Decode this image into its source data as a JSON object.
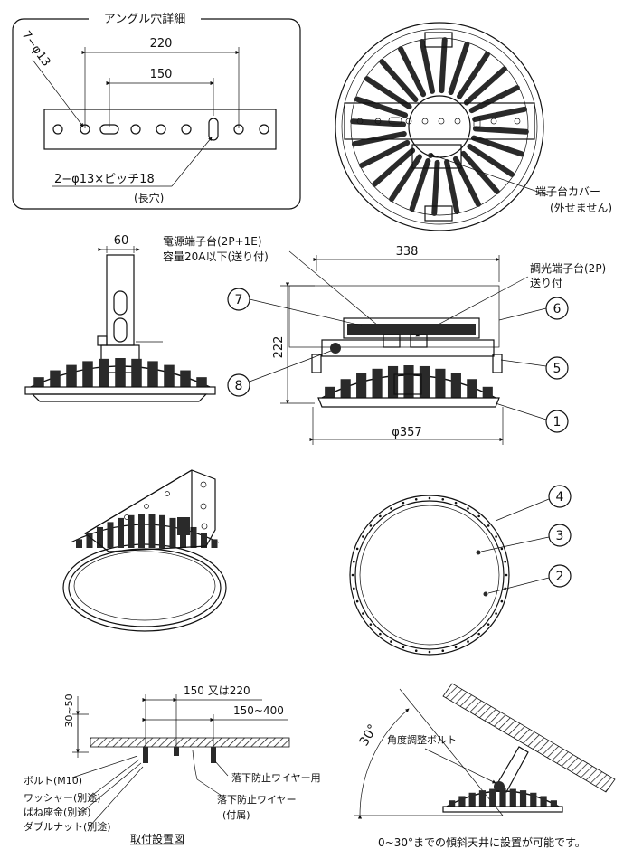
{
  "angle_hole_detail": {
    "title": "アングル穴詳細",
    "dim_outer": "220",
    "dim_inner": "150",
    "hole_label": "7−φ13",
    "slot_label": "2−φ13×ピッチ18",
    "slot_note": "(長穴)"
  },
  "top_view": {
    "terminal_cover": "端子台カバー",
    "terminal_cover_note": "(外せません)"
  },
  "side_view": {
    "width": "60"
  },
  "front_view": {
    "power_terminal": "電源端子台(2P+1E)",
    "power_capacity": "容量20A以下(送り付)",
    "dimmer_terminal": "調光端子台(2P)",
    "dimmer_note": "送り付",
    "width": "338",
    "height": "222",
    "diameter": "φ357"
  },
  "callouts": [
    "1",
    "2",
    "3",
    "4",
    "5",
    "6",
    "7",
    "8"
  ],
  "install_diagram": {
    "dim_30_50": "30~50",
    "dim_150_220": "150 又は220",
    "dim_150_400": "150~400",
    "bolt": "ボルト(M10)",
    "washer": "ワッシャー(別途)",
    "spring_washer": "ばね座金(別途)",
    "double_nut": "ダブルナット(別途)",
    "wire_hook": "落下防止ワイヤー用",
    "wire": "落下防止ワイヤー",
    "wire_note": "(付属)",
    "title": "取付設置図"
  },
  "tilt_diagram": {
    "angle": "30°",
    "bolt_label": "角度調整ボルト",
    "note": "0~30°までの傾斜天井に設置が可能です。"
  }
}
